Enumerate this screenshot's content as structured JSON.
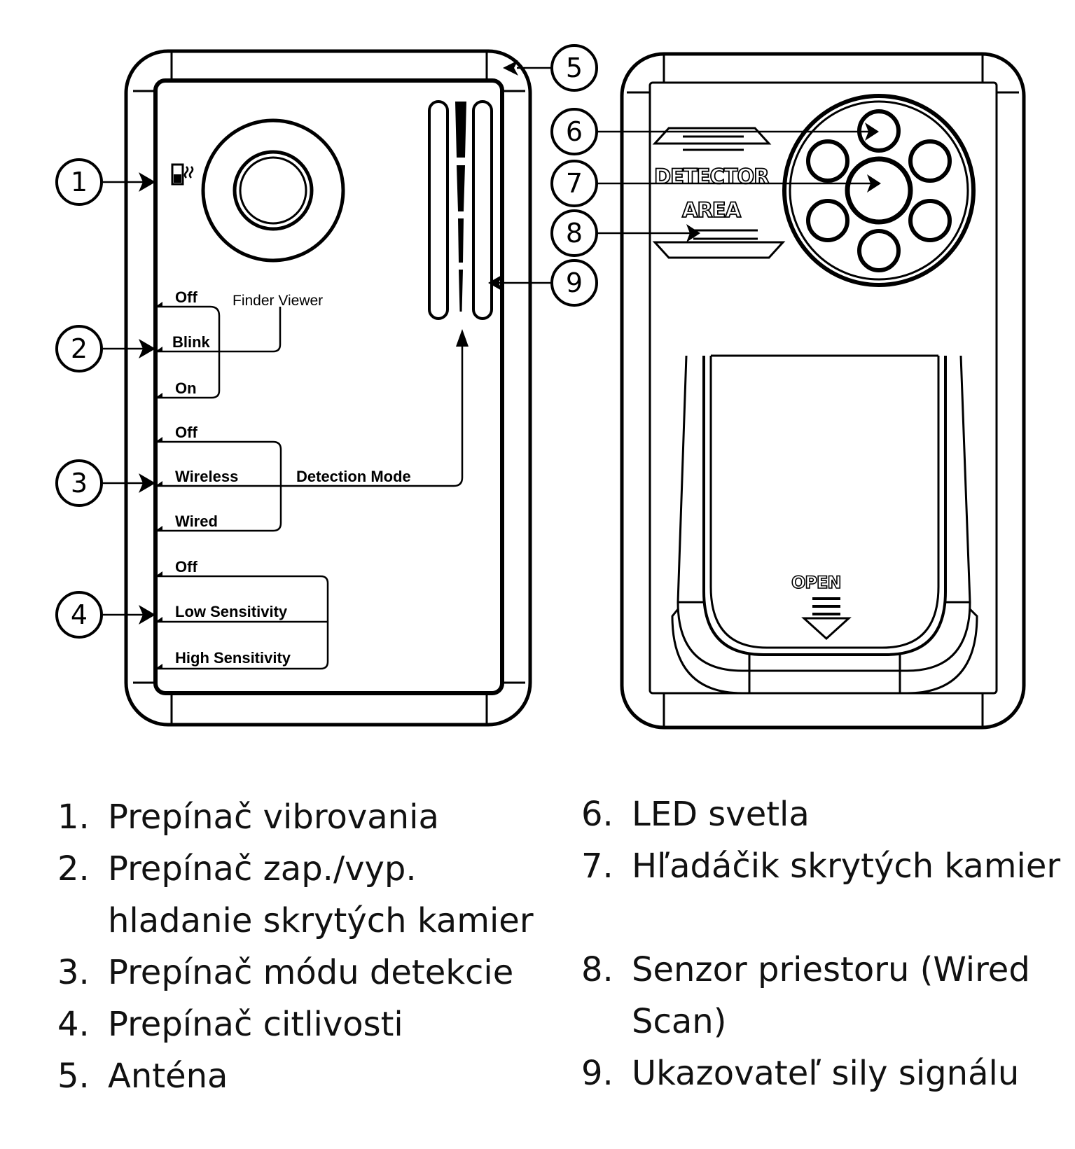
{
  "callouts": [
    "1",
    "2",
    "3",
    "4",
    "5",
    "6",
    "7",
    "8",
    "9"
  ],
  "front_panel": {
    "switch2_labels": [
      "Off",
      "Blink",
      "On"
    ],
    "switch2_caption": "Finder Viewer",
    "switch3_labels": [
      "Off",
      "Wireless",
      "Wired"
    ],
    "switch3_caption": "Detection Mode",
    "switch4_labels": [
      "Off",
      "Low Sensitivity",
      "High Sensitivity"
    ]
  },
  "back_panel": {
    "detector_line1": "DETECTOR",
    "detector_line2": "AREA",
    "open_label": "OPEN"
  },
  "legend": [
    {
      "num": "1.",
      "text": "Prepínač vibrovania"
    },
    {
      "num": "2.",
      "text": "Prepínač zap./vyp.",
      "text2": "hladanie skrytých kamier"
    },
    {
      "num": "3.",
      "text": "Prepínač módu detekcie"
    },
    {
      "num": "4.",
      "text": "Prepínač citlivosti"
    },
    {
      "num": "5.",
      "text": "Anténa"
    },
    {
      "num": "6.",
      "text": "LED svetla"
    },
    {
      "num": "7.",
      "text": "Hľadáčik skrytých kamier"
    },
    {
      "num": "8.",
      "text": "Senzor priestoru (Wired",
      "text2": "Scan)"
    },
    {
      "num": "9.",
      "text": "Ukazovateľ sily signálu"
    }
  ]
}
